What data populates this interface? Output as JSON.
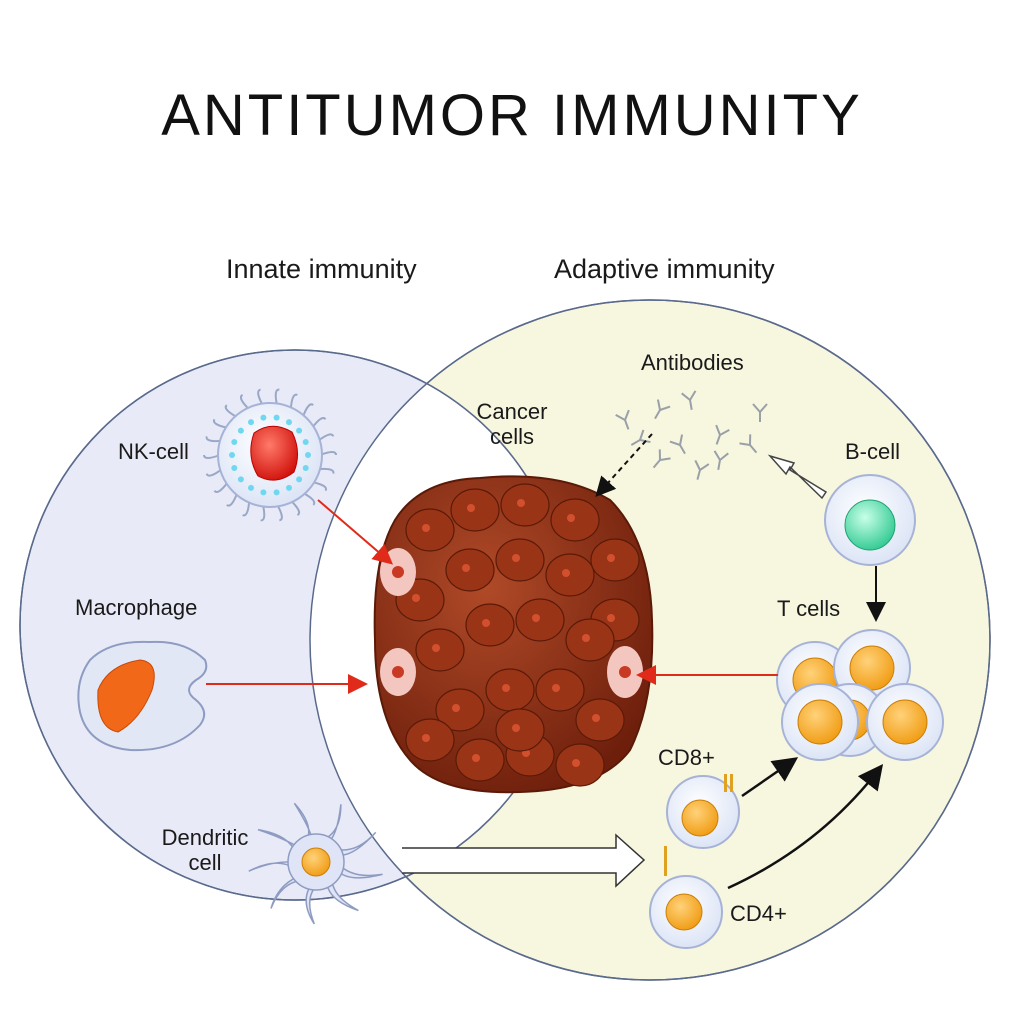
{
  "title": "ANTITUMOR IMMUNITY",
  "sections": {
    "innate": "Innate immunity",
    "adaptive": "Adaptive immunity"
  },
  "labels": {
    "nk_cell": "NK-cell",
    "macrophage": "Macrophage",
    "dendritic_line1": "Dendritic",
    "dendritic_line2": "cell",
    "cancer_line1": "Cancer",
    "cancer_line2": "cells",
    "antibodies": "Antibodies",
    "b_cell": "B-cell",
    "t_cells": "T cells",
    "cd8": "CD8+",
    "cd4": "CD4+"
  },
  "colors": {
    "innate_fill": "#e8ebf7",
    "adaptive_fill": "#f7f6df",
    "circle_stroke": "#5a6a8c",
    "tumor": "#8b2a12",
    "attack_arrow": "#e02a1a",
    "t_cell_nucleus": "#f4a81c",
    "b_cell_nucleus": "#4fd6a8",
    "macrophage_nucleus": "#f06818"
  }
}
